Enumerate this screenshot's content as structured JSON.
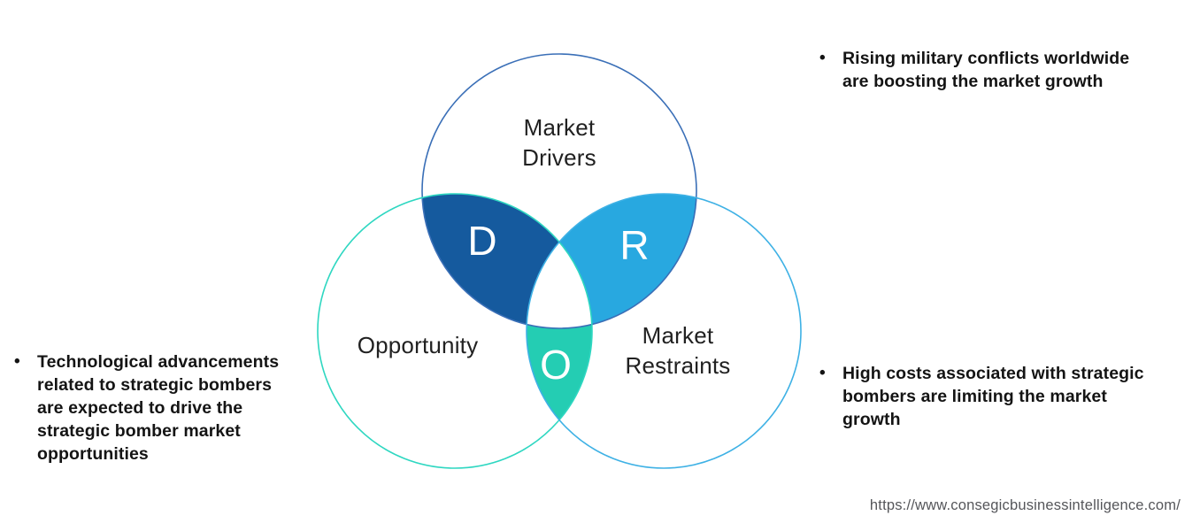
{
  "venn": {
    "center_fill": "#ffffff",
    "drivers": {
      "label": "Market\nDrivers",
      "letter": "D",
      "stroke": "#3a6fb7",
      "overlap_fill": "#155a9e"
    },
    "opportunity": {
      "label": "Opportunity",
      "letter": "O",
      "stroke": "#2ed7c1",
      "overlap_fill": "#24cdb3"
    },
    "restraints": {
      "label": "Market\nRestraints",
      "letter": "R",
      "stroke": "#3eb1e5",
      "overlap_fill": "#28a8e0"
    }
  },
  "bullets": {
    "driver": {
      "marker": "•",
      "text": "Rising military conflicts worldwide\nare boosting the market growth"
    },
    "restraint": {
      "marker": "•",
      "text": "High costs associated with strategic\nbombers are limiting the market\ngrowth"
    },
    "opportunity": {
      "marker": "•",
      "text": "Technological advancements\nrelated to strategic bombers\nare expected to drive the\nstrategic bomber market\nopportunities"
    }
  },
  "footer": {
    "source_url": "https://www.consegicbusinessintelligence.com/"
  }
}
